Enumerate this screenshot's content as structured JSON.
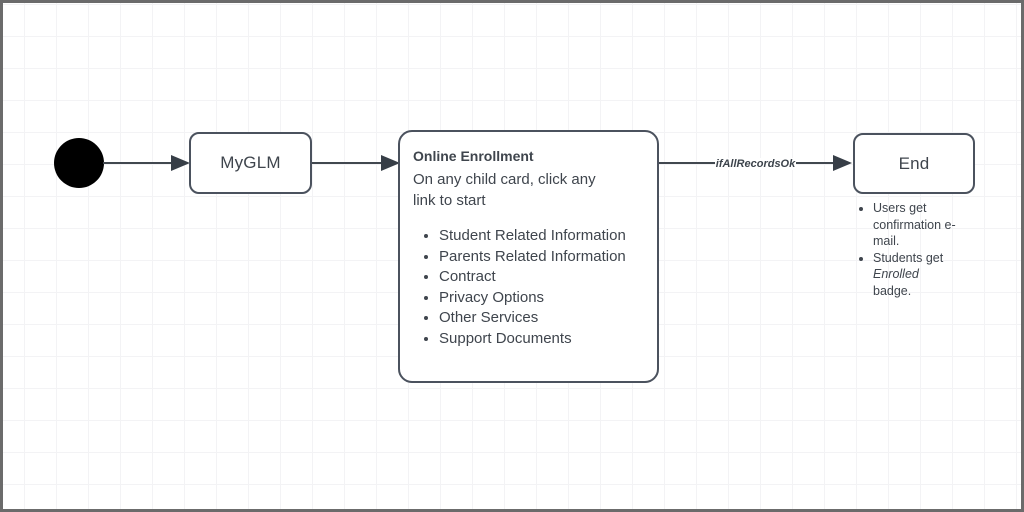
{
  "colors": {
    "node_border": "#4b525e",
    "arrow": "#41484f",
    "text": "#3f454d",
    "start_fill": "#000000",
    "grid_line": "#f3f3f5",
    "frame_border": "#6b6b6b",
    "background": "#ffffff"
  },
  "diagram": {
    "start": {
      "name": "initial-state"
    },
    "myglm": {
      "label": "MyGLM"
    },
    "online": {
      "title": "Online Enrollment",
      "description": "On any child card, click any link to start",
      "items": [
        "Student Related Information",
        "Parents Related Information",
        "Contract",
        "Privacy Options",
        "Other Services",
        "Support Documents"
      ]
    },
    "edge_label": "ifAllRecordsOk",
    "end": {
      "label": "End"
    },
    "end_notes": {
      "note1": "Users get confirmation e-mail.",
      "note2_prefix": "Students get ",
      "note2_italic": "Enrolled",
      "note2_suffix": " badge."
    }
  }
}
